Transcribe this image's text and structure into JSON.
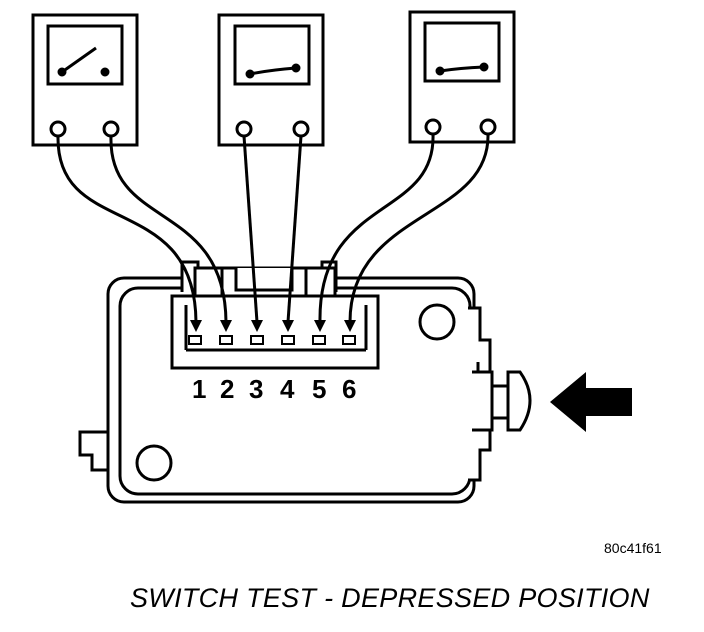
{
  "figure_id": "80c41f61",
  "caption": "SWITCH TEST - DEPRESSED POSITION",
  "pins": [
    "1",
    "2",
    "3",
    "4",
    "5",
    "6"
  ],
  "meters": [
    {
      "name": "meter-1",
      "probes": [
        "1",
        "2"
      ],
      "needle": "angled"
    },
    {
      "name": "meter-2",
      "probes": [
        "3",
        "4"
      ],
      "needle": "flat"
    },
    {
      "name": "meter-3",
      "probes": [
        "5",
        "6"
      ],
      "needle": "flat"
    }
  ],
  "icons": {
    "arrow": "press-arrow-icon"
  }
}
